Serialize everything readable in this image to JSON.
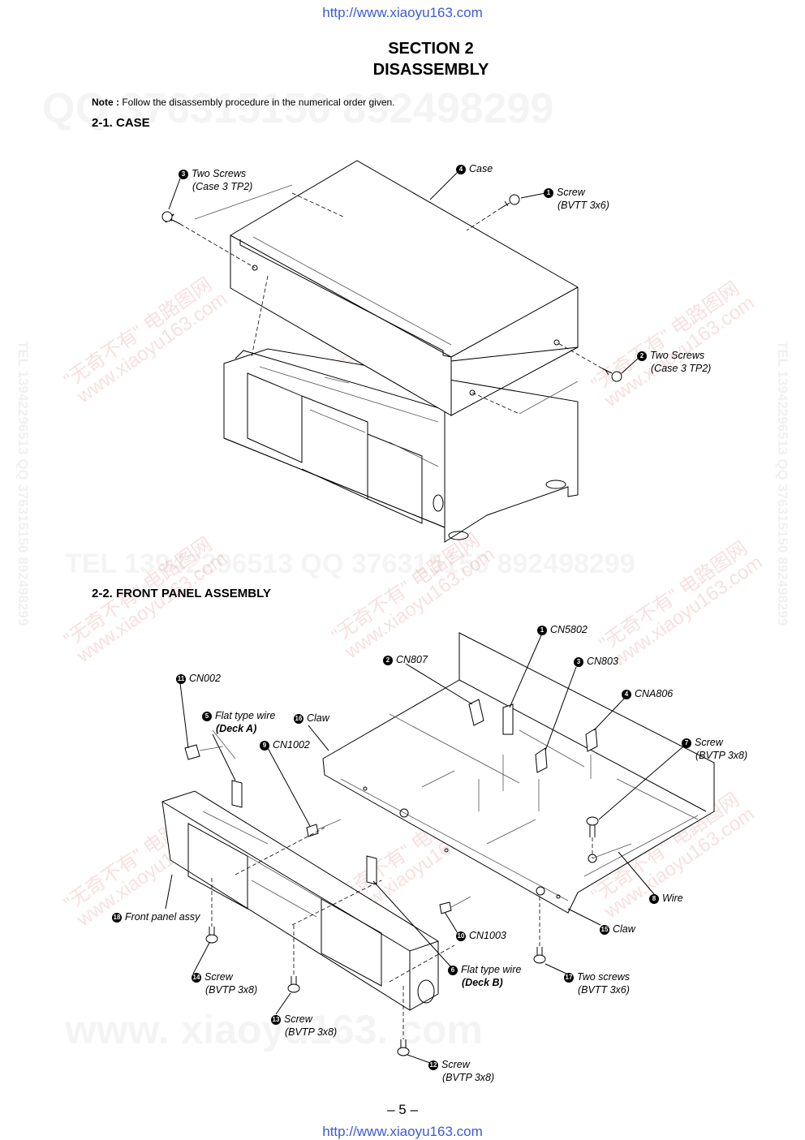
{
  "header_url": "http://www.xiaoyu163.com",
  "footer_url": "http://www.xiaoyu163.com",
  "section_title": "SECTION 2",
  "section_subtitle": "DISASSEMBLY",
  "note": {
    "prefix": "Note :",
    "text": "Follow the disassembly procedure in the numerical order given."
  },
  "case_section": {
    "heading": "2-1. CASE",
    "labels": [
      {
        "num": "3",
        "line1": "Two Screws",
        "line2": "(Case 3 TP2)"
      },
      {
        "num": "4",
        "line1": "Case",
        "line2": ""
      },
      {
        "num": "1",
        "line1": "Screw",
        "line2": "(BVTT 3x6)"
      },
      {
        "num": "2",
        "line1": "Two Screws",
        "line2": "(Case 3 TP2)"
      }
    ]
  },
  "front_panel_section": {
    "heading": "2-2. FRONT PANEL ASSEMBLY",
    "labels": [
      {
        "num": "1",
        "line1": "CN5802",
        "line2": ""
      },
      {
        "num": "2",
        "line1": "CN807",
        "line2": ""
      },
      {
        "num": "3",
        "line1": "CN803",
        "line2": ""
      },
      {
        "num": "4",
        "line1": "CNA806",
        "line2": ""
      },
      {
        "num": "11",
        "line1": "CN002",
        "line2": ""
      },
      {
        "num": "5",
        "line1": "Flat type wire",
        "line2": "(Deck A)"
      },
      {
        "num": "16",
        "line1": "Claw",
        "line2": ""
      },
      {
        "num": "9",
        "line1": "CN1002",
        "line2": ""
      },
      {
        "num": "7",
        "line1": "Screw",
        "line2": "(BVTP 3x8)"
      },
      {
        "num": "8",
        "line1": "Wire",
        "line2": ""
      },
      {
        "num": "18",
        "line1": "Front panel assy",
        "line2": ""
      },
      {
        "num": "15",
        "line1": "Claw",
        "line2": ""
      },
      {
        "num": "10",
        "line1": "CN1003",
        "line2": ""
      },
      {
        "num": "6",
        "line1": "Flat type wire",
        "line2": "(Deck B)"
      },
      {
        "num": "17",
        "line1": "Two screws",
        "line2": "(BVTT 3x6)"
      },
      {
        "num": "14",
        "line1": "Screw",
        "line2": "(BVTP 3x8)"
      },
      {
        "num": "13",
        "line1": "Screw",
        "line2": "(BVTP 3x8)"
      },
      {
        "num": "12",
        "line1": "Screw",
        "line2": "(BVTP 3x8)"
      }
    ]
  },
  "watermarks": {
    "qq_top": "QQ 376315150   892498299",
    "tel_mid": "TEL 13942296513    QQ 376315150  892498299",
    "www_bottom": "www. xiaoyu163. com",
    "side_left": "TEL 13942296513  QQ 376315150  892498299",
    "side_right": "TEL 13942296513  QQ 376315150  892498299",
    "red_1": "\"无奇不有\" 电路图网",
    "red_2": "www.xiaoyu163.com"
  },
  "page_number": "– 5 –"
}
